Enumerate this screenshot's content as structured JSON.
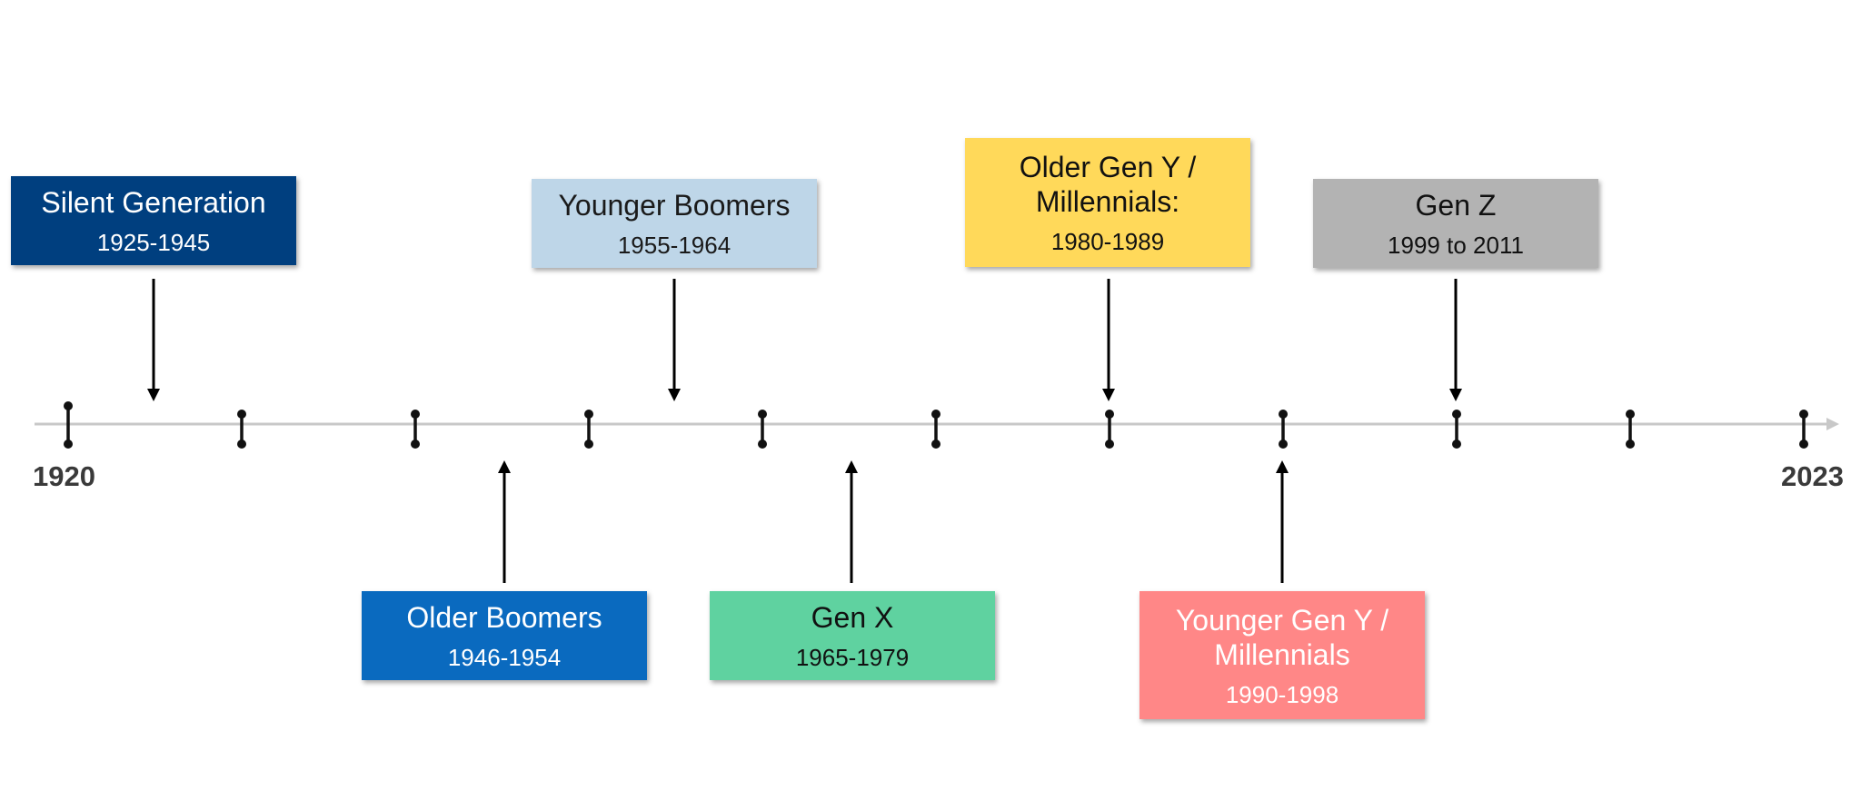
{
  "timeline": {
    "start_label": "1920",
    "end_label": "2023",
    "axis_color": "#c8c8c8",
    "tick_color": "#111111",
    "arrow_color": "#000000",
    "tick_count": 11
  },
  "generations": [
    {
      "name": "Silent Generation",
      "years": "1925-1945",
      "bg": "#003f7f",
      "fg": "#ffffff",
      "position": "above"
    },
    {
      "name": "Older Boomers",
      "years": "1946-1954",
      "bg": "#0a6abf",
      "fg": "#ffffff",
      "position": "below"
    },
    {
      "name": "Younger Boomers",
      "years": "1955-1964",
      "bg": "#bed6e8",
      "fg": "#1a1a1a",
      "position": "above"
    },
    {
      "name": "Gen X",
      "years": "1965-1979",
      "bg": "#5fd2a0",
      "fg": "#111111",
      "position": "below"
    },
    {
      "name": "Older Gen Y / Millennials:",
      "years": "1980-1989",
      "bg": "#ffd95a",
      "fg": "#111111",
      "position": "above"
    },
    {
      "name": "Younger Gen Y / Millennials",
      "years": "1990-1998",
      "bg": "#ff8787",
      "fg": "#ffffff",
      "position": "below"
    },
    {
      "name": "Gen Z",
      "years": "1999 to 2011",
      "bg": "#b3b3b3",
      "fg": "#111111",
      "position": "above"
    }
  ]
}
